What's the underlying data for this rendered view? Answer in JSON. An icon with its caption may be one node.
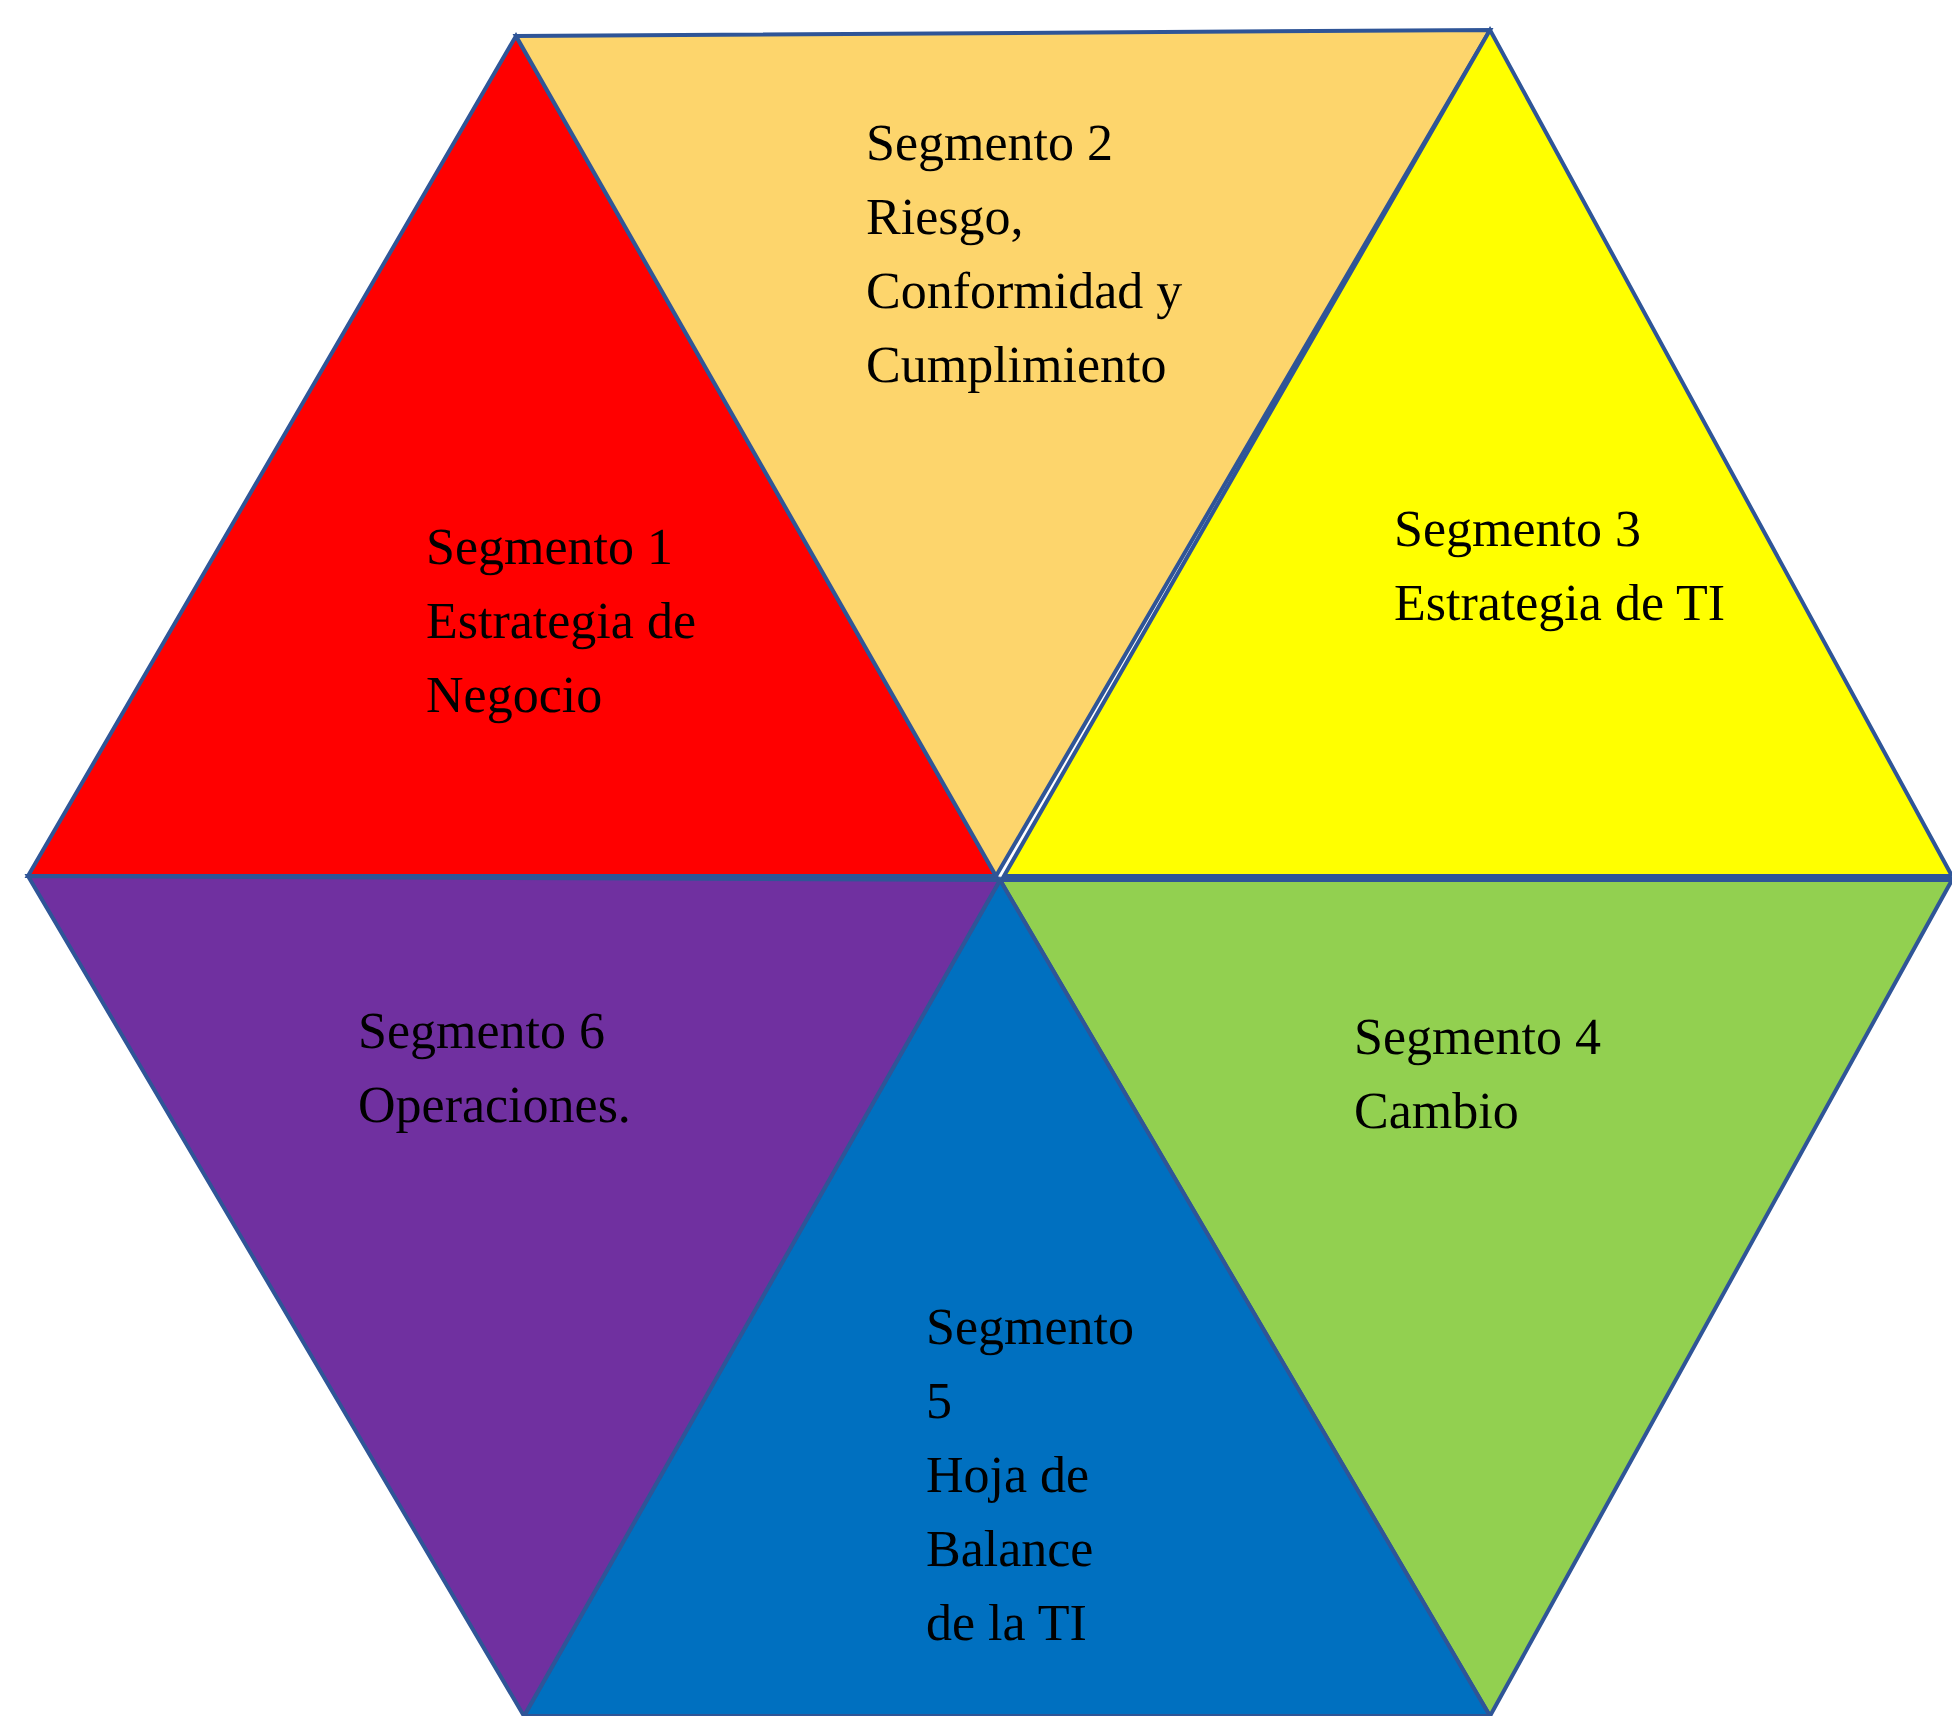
{
  "diagram": {
    "nodes": [
      {
        "text": [
          "Segmento 1",
          "Estrategia de Negocio"
        ]
      },
      {
        "text": [
          "Segmento 2",
          "Riesgo, Conformidad y Cumplimiento"
        ]
      },
      {
        "text": [
          "Segmento 3",
          "Estrategia de TI"
        ]
      },
      {
        "text": [
          "Segmento 4",
          "Cambio"
        ]
      },
      {
        "text": [
          "Segmento 5",
          "Hoja de Balance de la TI"
        ]
      },
      {
        "text": [
          "Segmento 6",
          "Operaciones."
        ]
      }
    ]
  }
}
